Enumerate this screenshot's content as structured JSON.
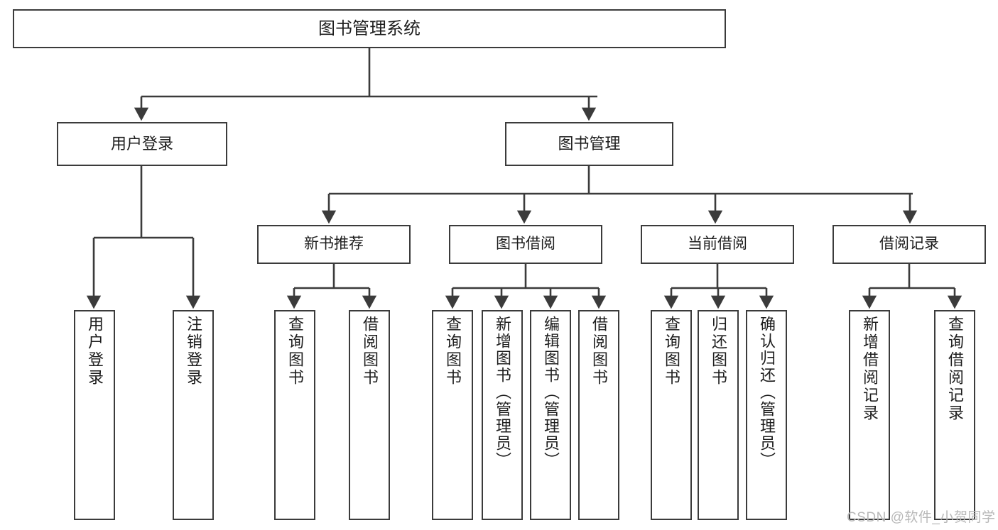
{
  "diagram": {
    "title_node": {
      "id": "root",
      "label": "图书管理系统"
    },
    "level2": [
      {
        "id": "user-login",
        "label": "用户登录"
      },
      {
        "id": "book-management",
        "label": "图书管理"
      }
    ],
    "level3": [
      {
        "id": "new-book-recommend",
        "label": "新书推荐"
      },
      {
        "id": "book-borrow",
        "label": "图书借阅"
      },
      {
        "id": "current-borrow",
        "label": "当前借阅"
      },
      {
        "id": "borrow-record",
        "label": "借阅记录"
      }
    ],
    "leaves": {
      "user_login": [
        {
          "id": "leaf-user-login",
          "label": "用户登录"
        },
        {
          "id": "leaf-logout-login",
          "label": "注销登录"
        }
      ],
      "new_book_recommend": [
        {
          "id": "leaf-query-book-1",
          "label": "查询图书"
        },
        {
          "id": "leaf-borrow-book-1",
          "label": "借阅图书"
        }
      ],
      "book_borrow": [
        {
          "id": "leaf-query-book-2",
          "label": "查询图书"
        },
        {
          "id": "leaf-add-book-admin",
          "label": "新增图书（管理员）"
        },
        {
          "id": "leaf-edit-book-admin",
          "label": "编辑图书（管理员）"
        },
        {
          "id": "leaf-borrow-book-2",
          "label": "借阅图书"
        }
      ],
      "current_borrow": [
        {
          "id": "leaf-query-book-3",
          "label": "查询图书"
        },
        {
          "id": "leaf-return-book",
          "label": "归还图书"
        },
        {
          "id": "leaf-confirm-return-admin",
          "label": "确认归还（管理员）"
        }
      ],
      "borrow_record": [
        {
          "id": "leaf-add-borrow-record",
          "label": "新增借阅记录"
        },
        {
          "id": "leaf-query-borrow-record",
          "label": "查询借阅记录"
        }
      ]
    },
    "watermark": "CSDN @软件_小贺同学",
    "colors": {
      "stroke": "#3b3b3b",
      "node_fill": "#ffffff",
      "text": "#1d1d1d",
      "watermark": "#b8b8b8",
      "background": "#ffffff"
    }
  }
}
